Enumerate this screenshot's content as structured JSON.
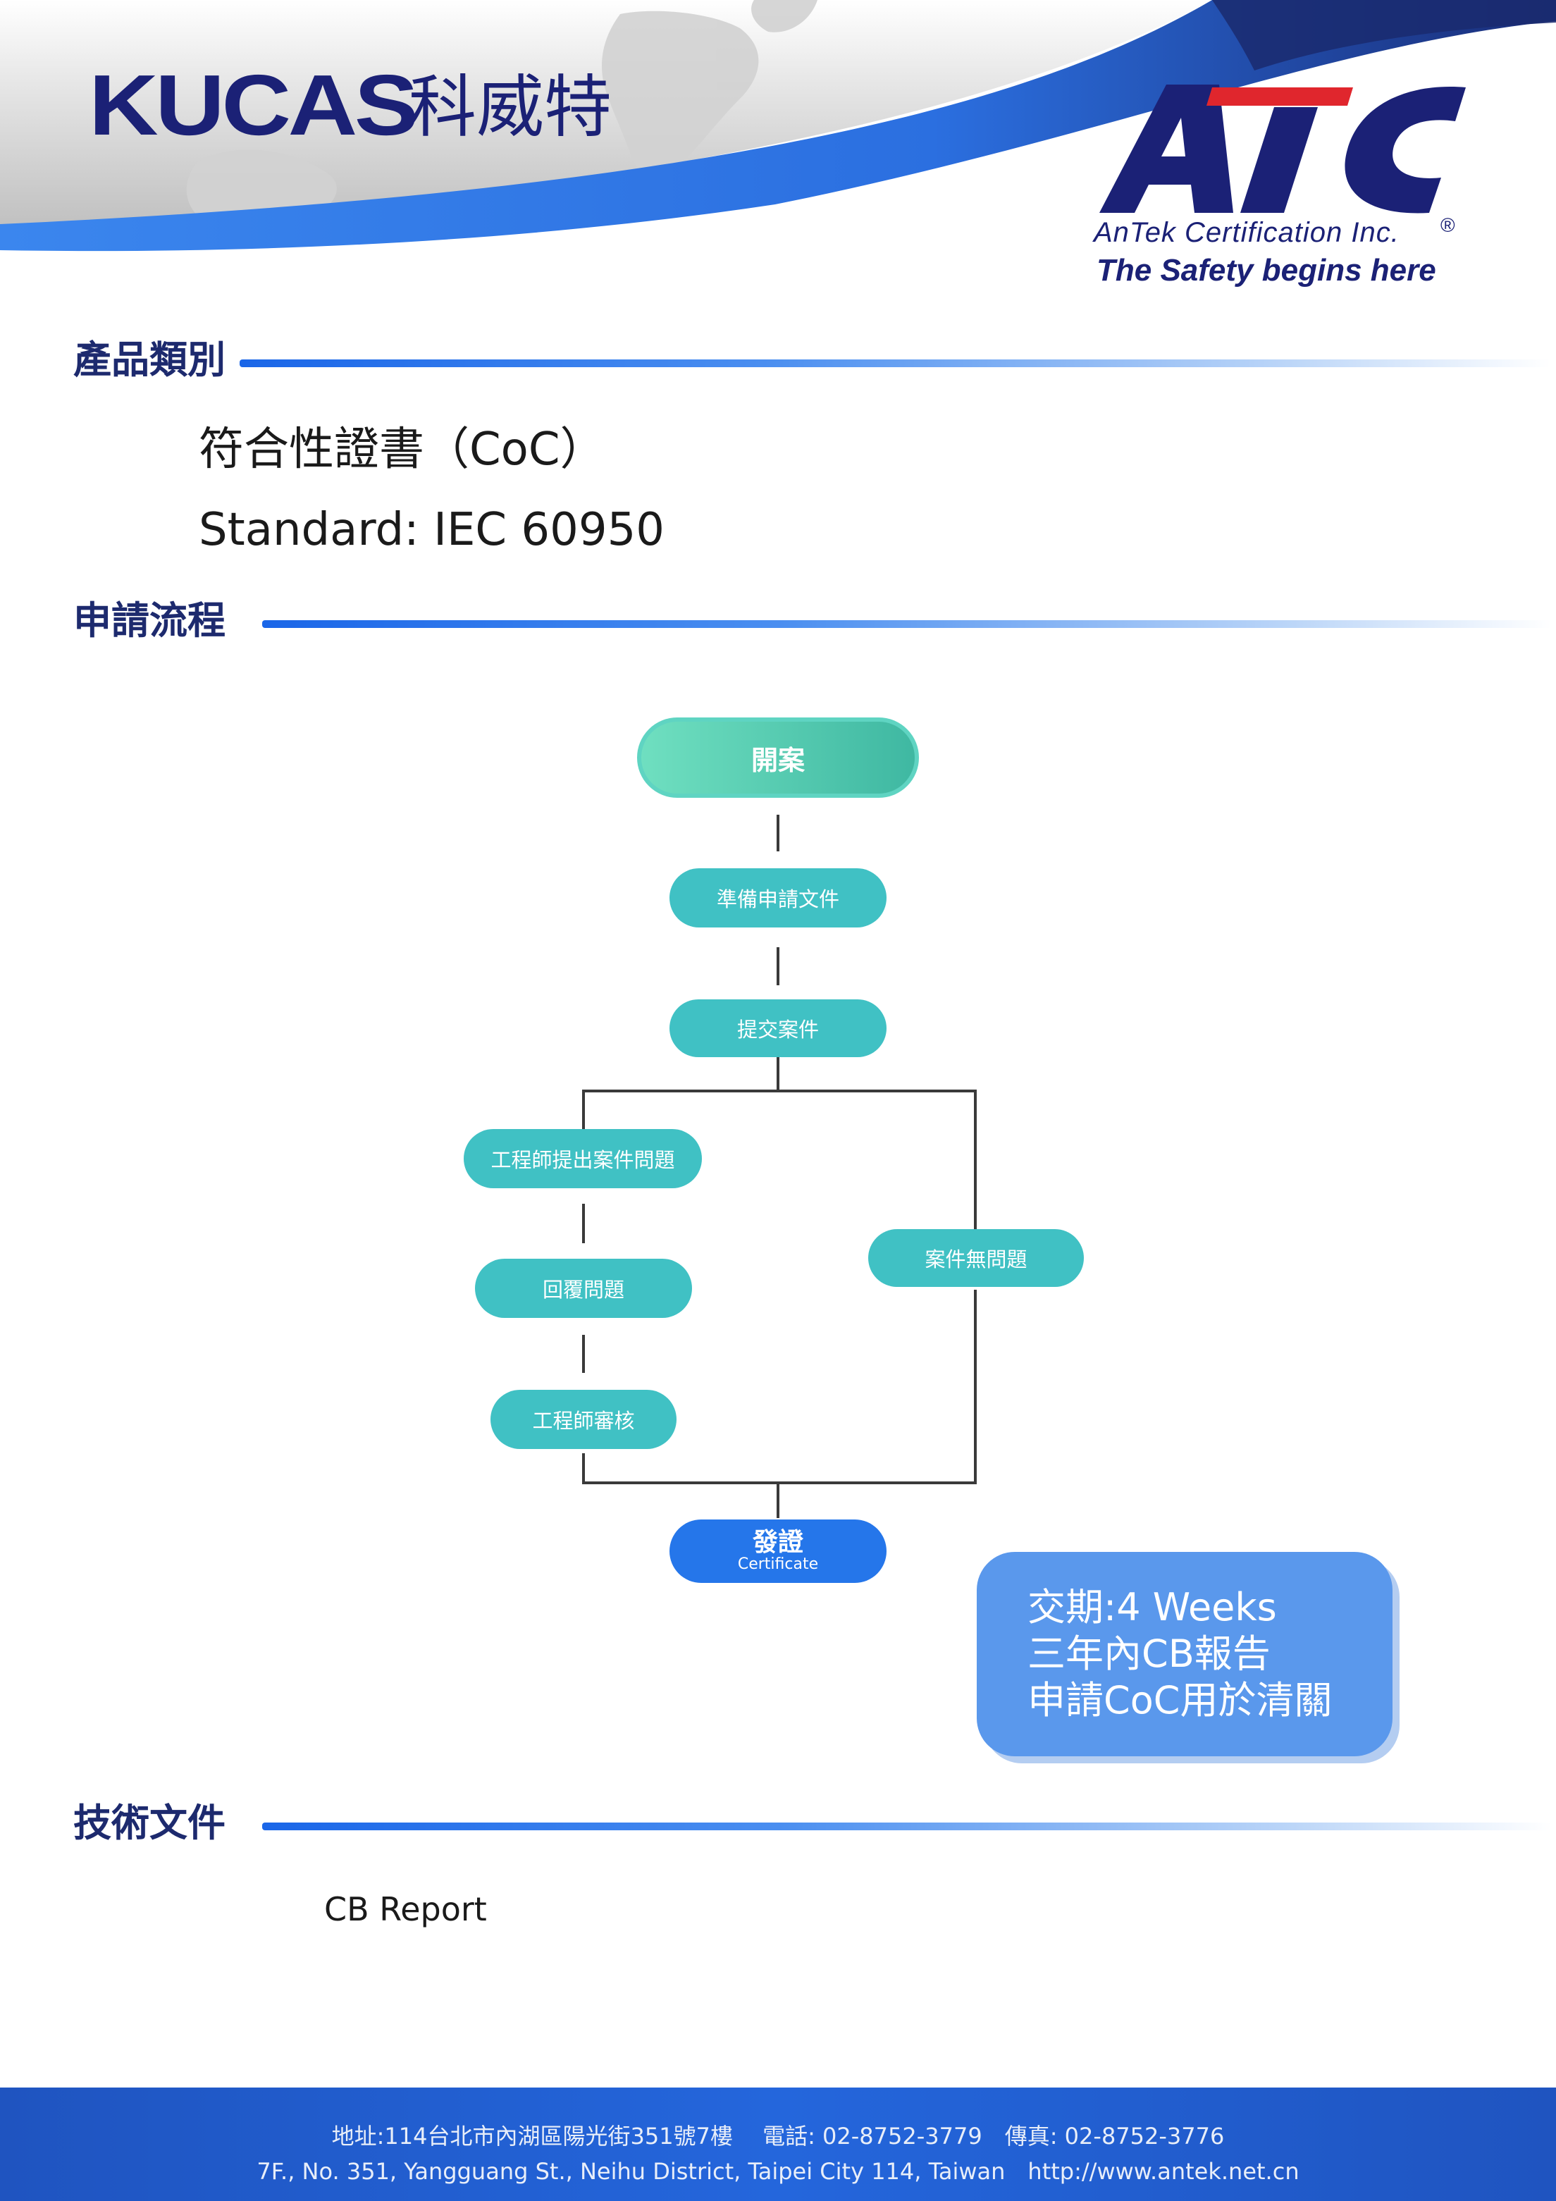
{
  "header": {
    "kucas_latin": "KUCAS",
    "kucas_chinese": "科威特",
    "atc_logo": "ATC",
    "atc_company": "AnTek Certification Inc.",
    "registered_mark": "®",
    "slogan": "The Safety begins here"
  },
  "product_category": {
    "title": "產品類別",
    "line1": "符合性證書（CoC）",
    "line2": "Standard: IEC 60950"
  },
  "process": {
    "title": "申請流程",
    "nodes": {
      "start": "開案",
      "prepare": "準備申請文件",
      "submit": "提交案件",
      "engineer_question": "工程師提出案件問題",
      "reply": "回覆問題",
      "engineer_review": "工程師審核",
      "no_issue": "案件無問題",
      "issue_cn": "發證",
      "issue_en": "Certificate"
    },
    "info": {
      "line1": "交期:4 Weeks",
      "line2": "三年內CB報告",
      "line3": "申請CoC用於清關"
    }
  },
  "technical_docs": {
    "title": "技術文件",
    "item": "CB Report"
  },
  "footer": {
    "line1": "地址:114台北市內湖區陽光街351號7樓　 電話: 02-8752-3779　傳真: 02-8752-3776",
    "line2": "7F., No. 351, Yangguang St., Neihu District, Taipei City 114, Taiwan　http://www.antek.net.cn"
  },
  "colors": {
    "navy": "#1b2176",
    "teal_node": "#40c1c4",
    "cert_blue": "#2576ea",
    "info_blue": "#5a98ec",
    "atc_red": "#e0262d"
  },
  "icons": [
    "world-map-icon",
    "atc-logo-icon"
  ]
}
